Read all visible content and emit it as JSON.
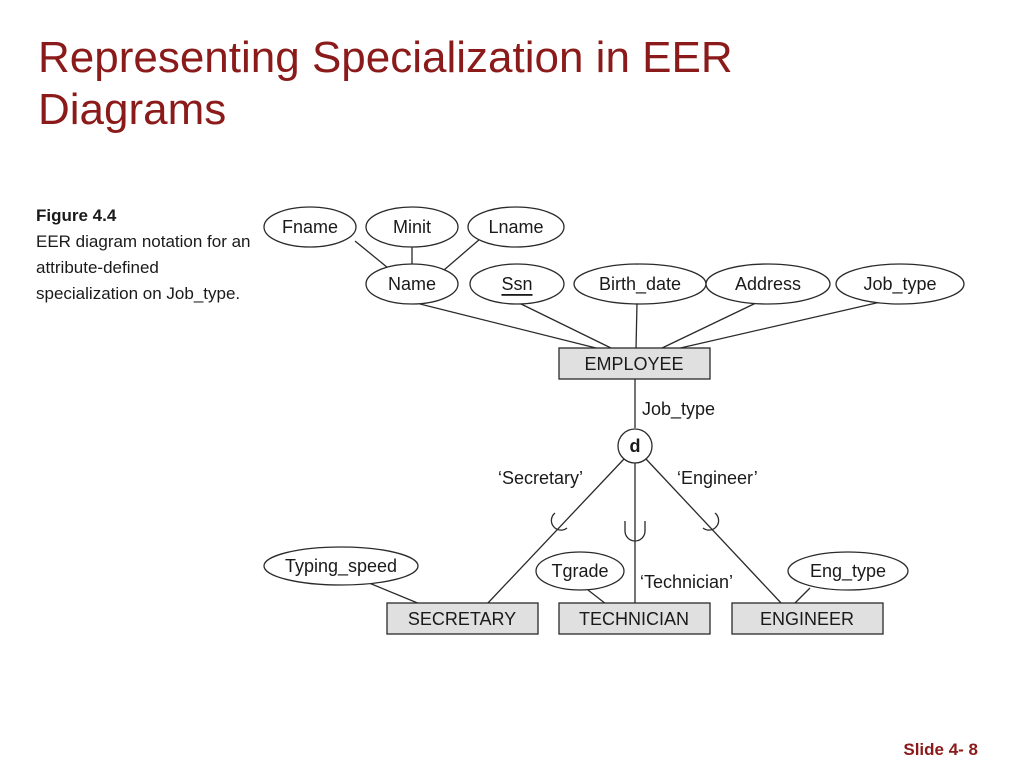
{
  "slide": {
    "title_line1": "Representing Specialization in EER",
    "title_line2": "Diagrams",
    "number": "Slide 4- 8",
    "accent_color": "#8b1a1a"
  },
  "caption": {
    "label": "Figure 4.4",
    "text": "EER diagram notation for an attribute-defined specialization on Job_type."
  },
  "diagram": {
    "attributes": {
      "fname": "Fname",
      "minit": "Minit",
      "lname": "Lname",
      "name": "Name",
      "ssn": "Ssn",
      "birth_date": "Birth_date",
      "address": "Address",
      "job_type": "Job_type",
      "typing_speed": "Typing_speed",
      "tgrade": "Tgrade",
      "eng_type": "Eng_type"
    },
    "entities": {
      "employee": "EMPLOYEE",
      "secretary": "SECRETARY",
      "technician": "TECHNICIAN",
      "engineer": "ENGINEER"
    },
    "specialization": {
      "circle_symbol": "d",
      "defining_attribute": "Job_type",
      "label_secretary": "‘Secretary’",
      "label_technician": "‘Technician’",
      "label_engineer": "‘Engineer’"
    },
    "entity_fill_color": "#e0e0e0"
  }
}
